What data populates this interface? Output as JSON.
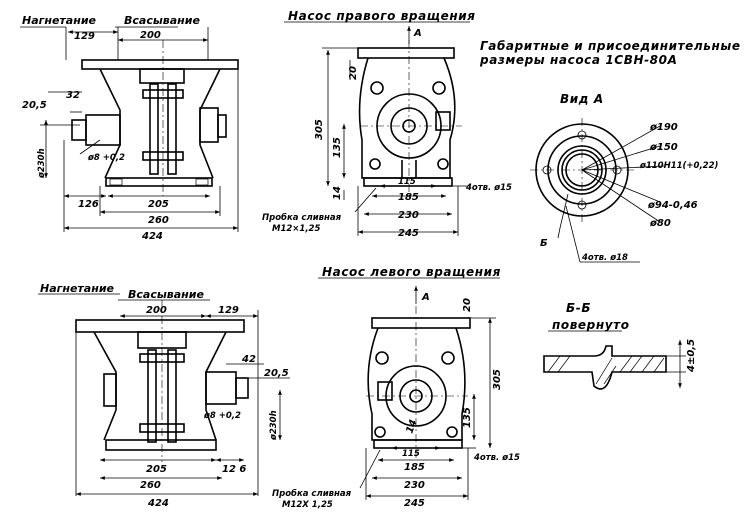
{
  "views": {
    "right_front": {
      "discharge": "Нагнетание",
      "suction": "Всасывание",
      "d_129": "129",
      "d_200": "200",
      "d_205": "205",
      "d_260": "260",
      "d_424": "424",
      "d_126": "126",
      "d_20_5": "20,5",
      "d_32": "32",
      "d_230h": "ø230h",
      "d_8": "ø8 +0,2"
    },
    "right_side": {
      "title": "Насос правого вращения",
      "arrow": "A",
      "d_20": "20",
      "d_305": "305",
      "d_135": "135",
      "d_14": "14",
      "d_115": "115",
      "d_185": "185",
      "d_230": "230",
      "d_245": "245",
      "holes": "4отв. ø15",
      "drain": "Пробка сливная",
      "drain_thread": "M12×1,25"
    },
    "caption_line1": "Габаритные и присоединительные",
    "caption_line2": "размеры насоса 1СВН-80А",
    "view_a": {
      "title": "Вид А",
      "d190": "ø190",
      "d150": "ø150",
      "d110": "ø110Н11(+0,22)",
      "d94": "ø94-0,46",
      "d80": "ø80",
      "section_mark": "Б",
      "holes": "4отв. ø18"
    },
    "left_front": {
      "discharge": "Нагнетание",
      "suction": "Всасывание",
      "d_200": "200",
      "d_129": "129",
      "d_42": "42",
      "d_20_5": "20,5",
      "d_8": "ø8 +0,2",
      "d_230h": "ø230h",
      "d_205": "205",
      "d_126": "12 6",
      "d_260": "260",
      "d_424": "424"
    },
    "left_side": {
      "title": "Насос левого вращения",
      "arrow": "A",
      "d_20": "20",
      "d_305": "305",
      "d_135": "135",
      "d_14": "14",
      "d_115": "115",
      "d_185": "185",
      "d_230": "230",
      "d_245": "245",
      "holes": "4отв. ø15",
      "drain": "Пробка сливная",
      "drain_thread": "M12X 1,25"
    },
    "section_bb": {
      "title": "Б-Б",
      "subtitle": "повернуто",
      "d_thk": "4±0,5"
    }
  }
}
